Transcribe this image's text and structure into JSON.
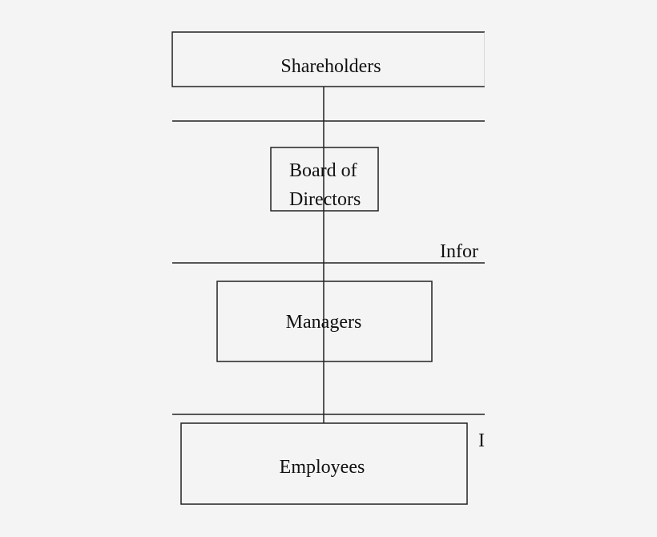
{
  "diagram": {
    "nodes": [
      {
        "id": "shareholders",
        "lines": [
          "Shareholders"
        ]
      },
      {
        "id": "board",
        "lines": [
          "Board of",
          "Directors"
        ]
      },
      {
        "id": "managers",
        "lines": [
          "Managers"
        ]
      },
      {
        "id": "employees",
        "lines": [
          "Employees"
        ]
      }
    ],
    "side_labels": [
      "Infor",
      "I"
    ],
    "colors": {
      "background": "#f4f4f4",
      "stroke": "#222222"
    }
  }
}
